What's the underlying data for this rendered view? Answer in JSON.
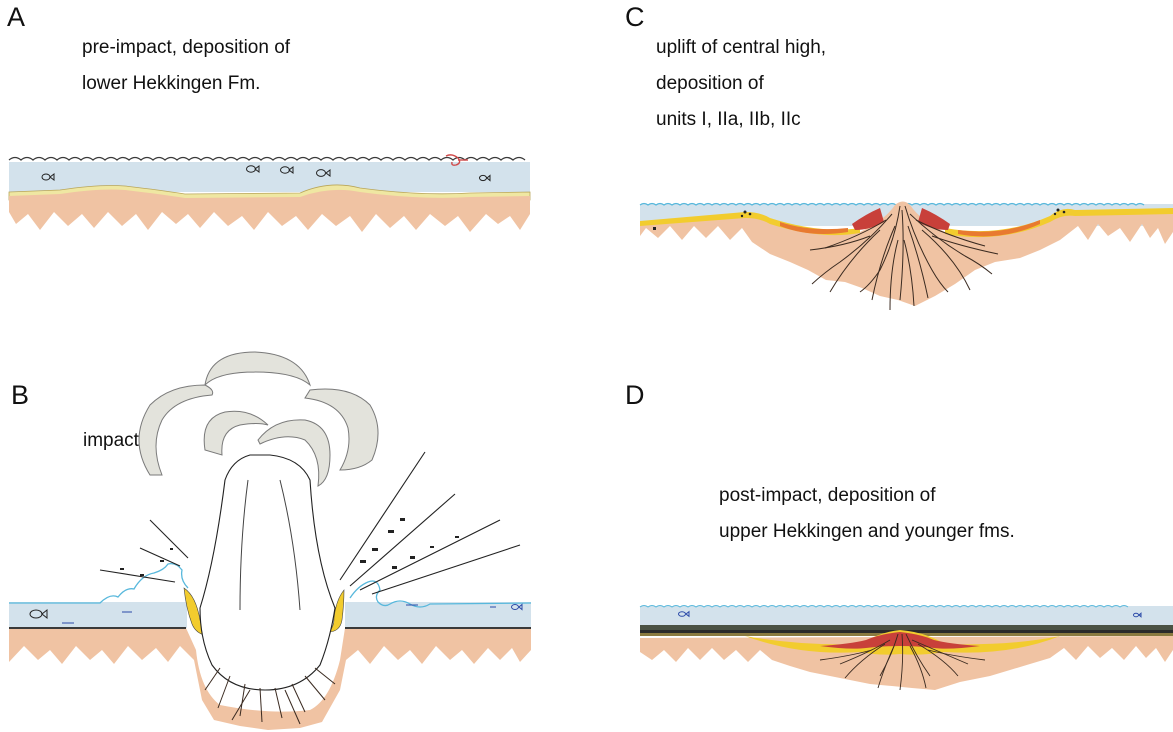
{
  "panels": {
    "a": {
      "letter": "A",
      "caption": [
        "pre-impact, deposition of",
        "lower Hekkingen Fm."
      ]
    },
    "b": {
      "letter": "B",
      "caption": [
        "impact"
      ]
    },
    "c": {
      "letter": "C",
      "caption": [
        "uplift of central high,",
        "deposition of",
        "units I, IIa, IIb, IIc"
      ]
    },
    "d": {
      "letter": "D",
      "caption": [
        "post-impact, deposition of",
        "upper Hekkingen and younger fms."
      ]
    }
  },
  "colors": {
    "water": "#d3e2ec",
    "wave_line": "#3a3a3a",
    "water_line_blue": "#58b8dc",
    "rock": "#f0c3a3",
    "sand": "#efe7a2",
    "yellow_unit": "#f2cc2e",
    "red_unit": "#c8403a",
    "orange_unit": "#e87a30",
    "fracture": "#3a2a20",
    "cloud_outline": "#7a7a7a",
    "cloud_shadow": "#e3e3dc",
    "ejecta_line": "#222222"
  }
}
